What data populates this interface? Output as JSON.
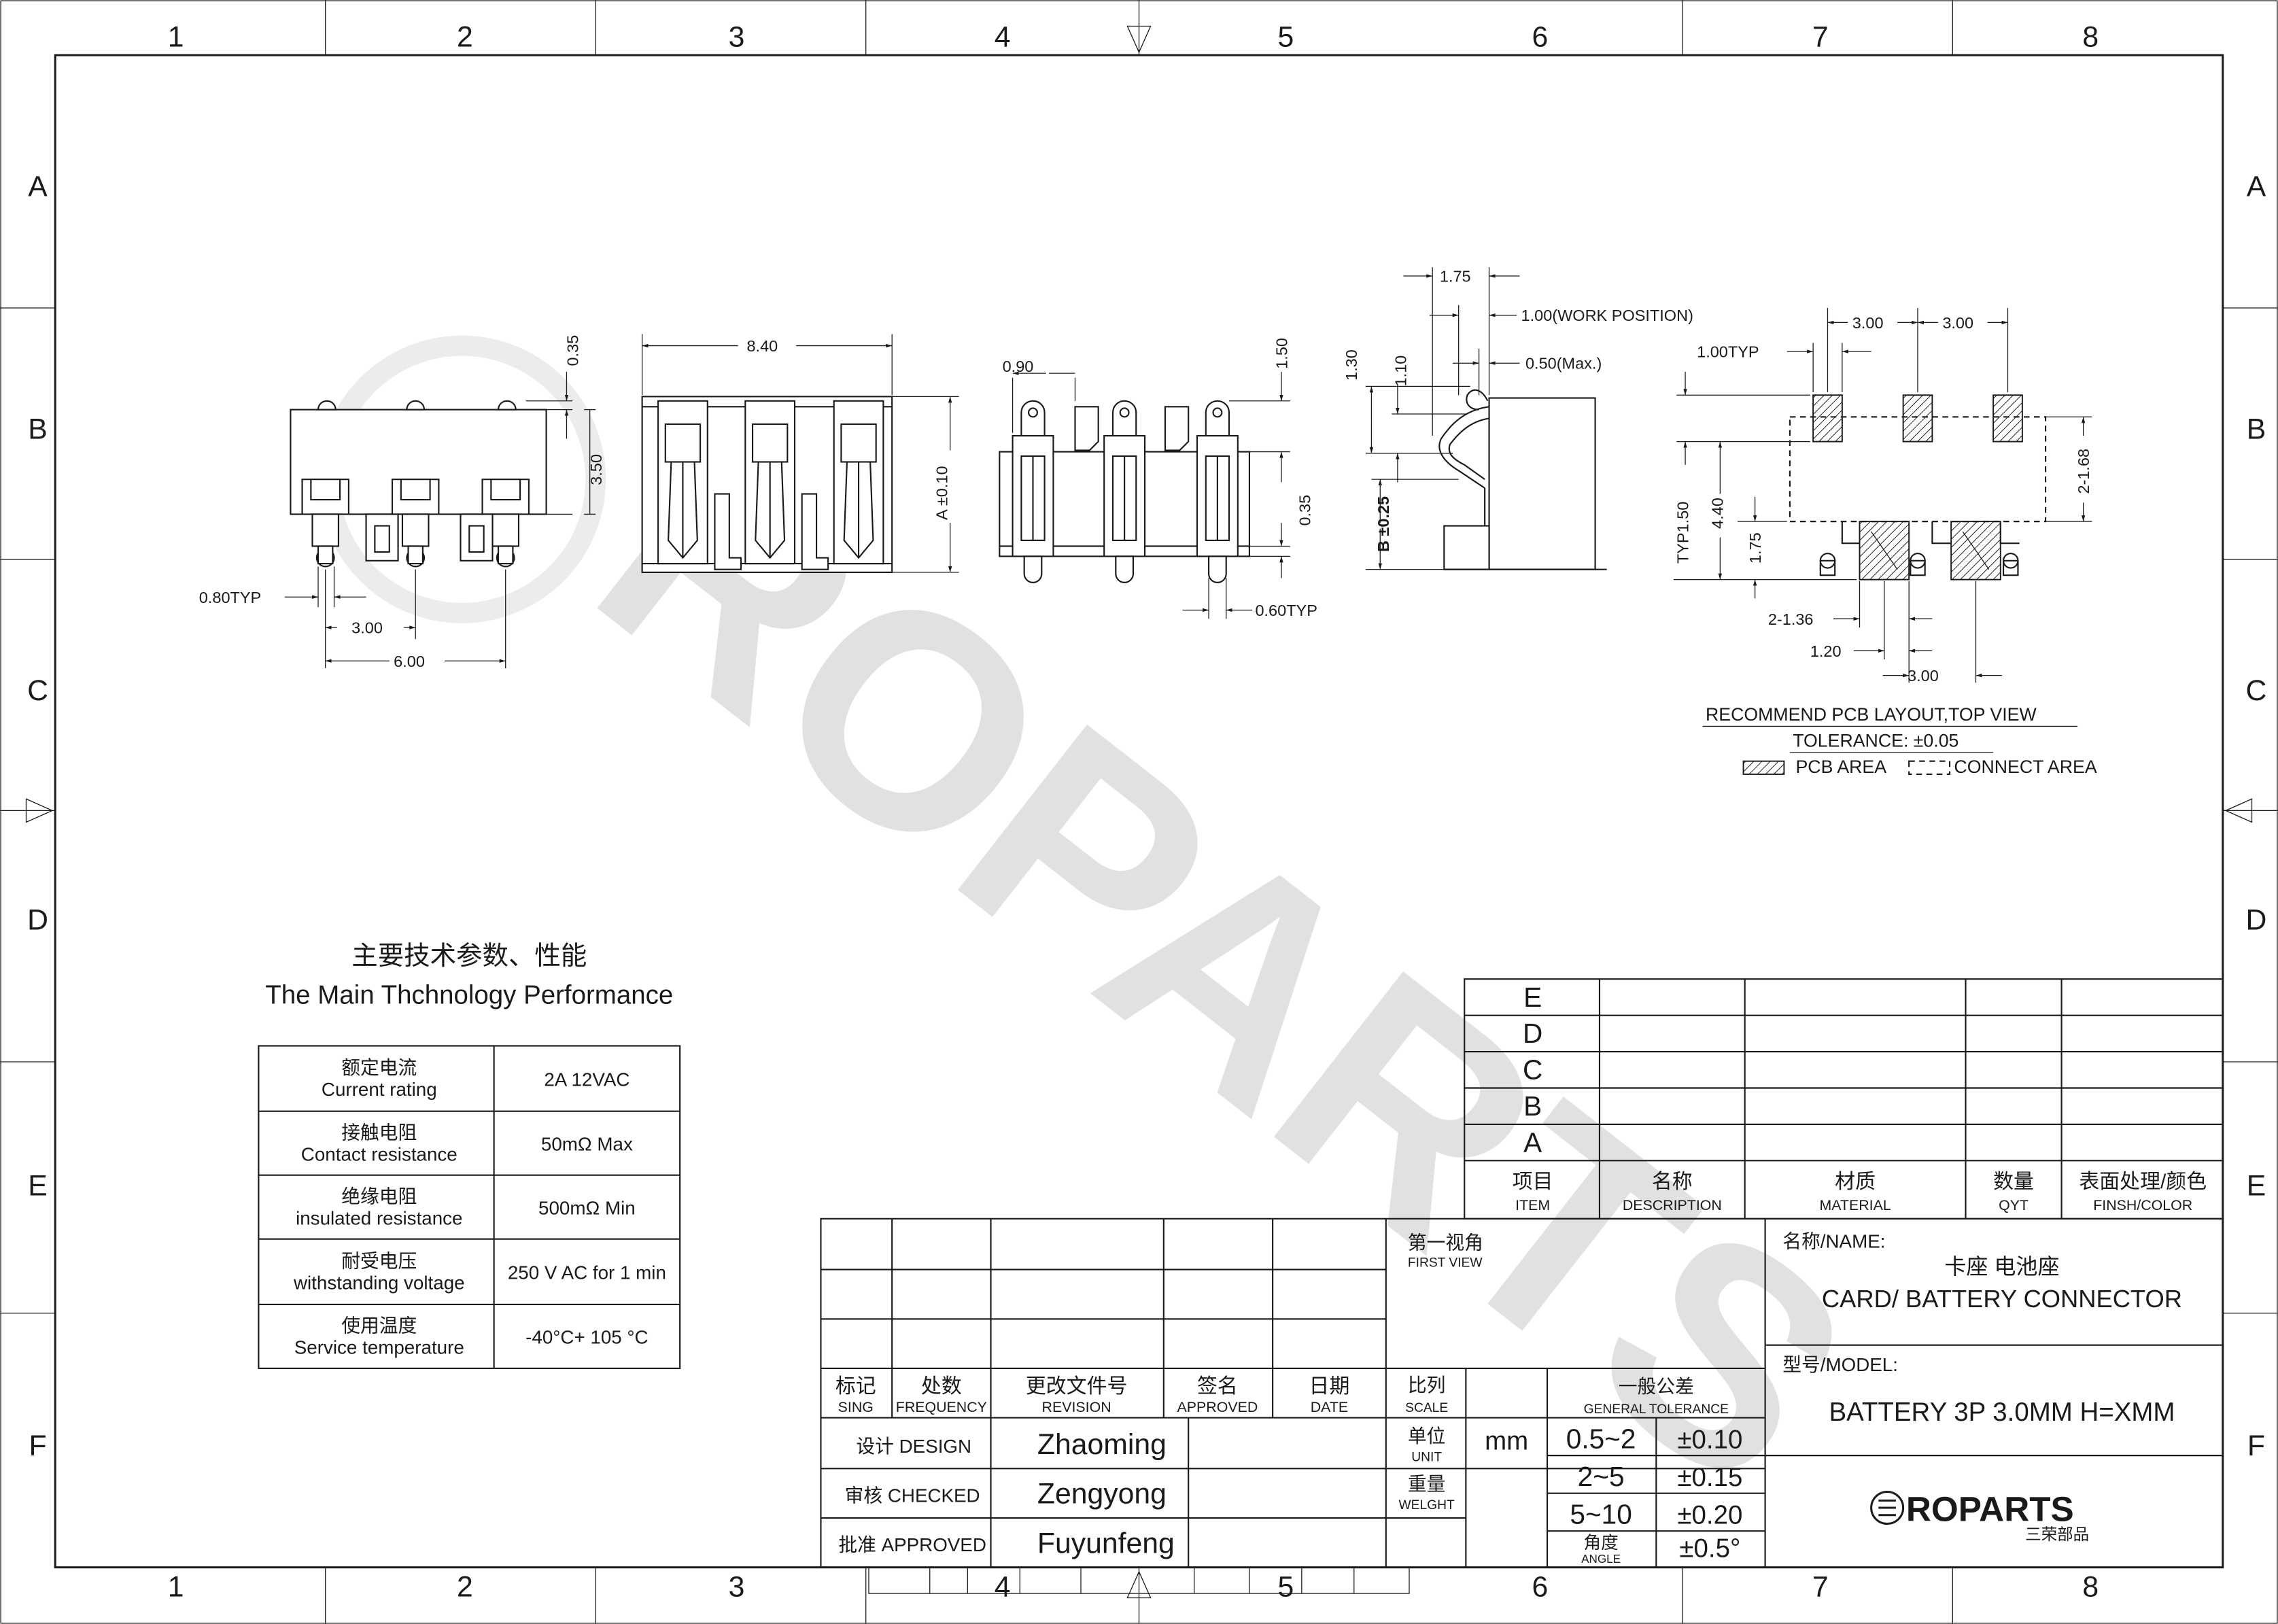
{
  "grid": {
    "columns": [
      "1",
      "2",
      "3",
      "4",
      "5",
      "6",
      "7",
      "8"
    ],
    "rows": [
      "A",
      "B",
      "C",
      "D",
      "E",
      "F"
    ]
  },
  "watermark": {
    "text": "ROPARTS"
  },
  "views": {
    "front": {
      "dims": [
        "0.35",
        "3.50",
        "0.80TYP",
        "3.00",
        "6.00"
      ]
    },
    "bottom": {
      "dims": [
        "8.40",
        "A ±0.10"
      ]
    },
    "back": {
      "dims": [
        "0.90",
        "1.50",
        "0.35",
        "0.60TYP"
      ]
    },
    "side": {
      "dims": [
        "1.75",
        "1.00(WORK POSITION)",
        "1.30",
        "1.10",
        "0.50(Max.)",
        "B ±0.25"
      ]
    },
    "pcb": {
      "dims": [
        "3.00",
        "3.00",
        "1.00TYP",
        "2-1.68",
        "TYP1.50",
        "4.40",
        "1.75",
        "2-1.36",
        "1.20",
        "3.00"
      ],
      "caption": "RECOMMEND PCB LAYOUT,TOP VIEW",
      "tolerance": "TOLERANCE: ±0.05",
      "legend_pcb": "PCB AREA",
      "legend_connect": "CONNECT AREA"
    }
  },
  "specs": {
    "title_cn": "主要技术参数、性能",
    "title_en": "The Main Thchnology Performance",
    "rows": [
      {
        "cn": "额定电流",
        "en": "Current rating",
        "value": "2A 12VAC"
      },
      {
        "cn": "接触电阻",
        "en": "Contact resistance",
        "value": "50mΩ  Max"
      },
      {
        "cn": "绝缘电阻",
        "en": "insulated resistance",
        "value": "500mΩ  Min"
      },
      {
        "cn": "耐受电压",
        "en": "withstanding voltage",
        "value": "250 V AC for 1 min"
      },
      {
        "cn": "使用温度",
        "en": "Service temperature",
        "value": "-40°C+ 105 °C"
      }
    ]
  },
  "bom": {
    "rows": [
      "E",
      "D",
      "C",
      "B",
      "A"
    ],
    "headers": [
      {
        "cn": "项目",
        "en": "ITEM"
      },
      {
        "cn": "名称",
        "en": "DESCRIPTION"
      },
      {
        "cn": "材质",
        "en": "MATERIAL"
      },
      {
        "cn": "数量",
        "en": "QYT"
      },
      {
        "cn": "表面处理/颜色",
        "en": "FINSH/COLOR"
      }
    ]
  },
  "title_block": {
    "revision_headers": [
      {
        "cn": "标记",
        "en": "SING"
      },
      {
        "cn": "处数",
        "en": "FREQUENCY"
      },
      {
        "cn": "更改文件号",
        "en": "REVISION"
      },
      {
        "cn": "签名",
        "en": "APPROVED"
      },
      {
        "cn": "日期",
        "en": "DATE"
      }
    ],
    "design_label": "设计 DESIGN",
    "designer": "Zhaoming",
    "checked_label": "审核 CHECKED",
    "checker": "Zengyong",
    "approved_label": "批准 APPROVED",
    "approver": "Fuyunfeng",
    "first_view_cn": "第一视角",
    "first_view_en": "FIRST VIEW",
    "scale_cn": "比列",
    "scale_en": "SCALE",
    "unit_cn": "单位",
    "unit_en": "UNIT",
    "unit_value": "mm",
    "weight_cn": "重量",
    "weight_en": "WELGHT",
    "tolerance_cn": "一般公差",
    "tolerance_en": "GENERAL TOLERANCE",
    "tolerances": [
      {
        "range": "0.5~2",
        "value": "±0.10"
      },
      {
        "range": "2~5",
        "value": "±0.15"
      },
      {
        "range": "5~10",
        "value": "±0.20"
      }
    ],
    "angle_cn": "角度",
    "angle_en": "ANGLE",
    "angle_value": "±0.5°",
    "name_label": "名称/NAME:",
    "name_cn": "卡座 电池座",
    "name_en": "CARD/ BATTERY CONNECTOR",
    "model_label": "型号/MODEL:",
    "model": "BATTERY 3P 3.0MM H=XMM",
    "logo_text": "ROPARTS",
    "logo_sub": "三荣部品"
  }
}
